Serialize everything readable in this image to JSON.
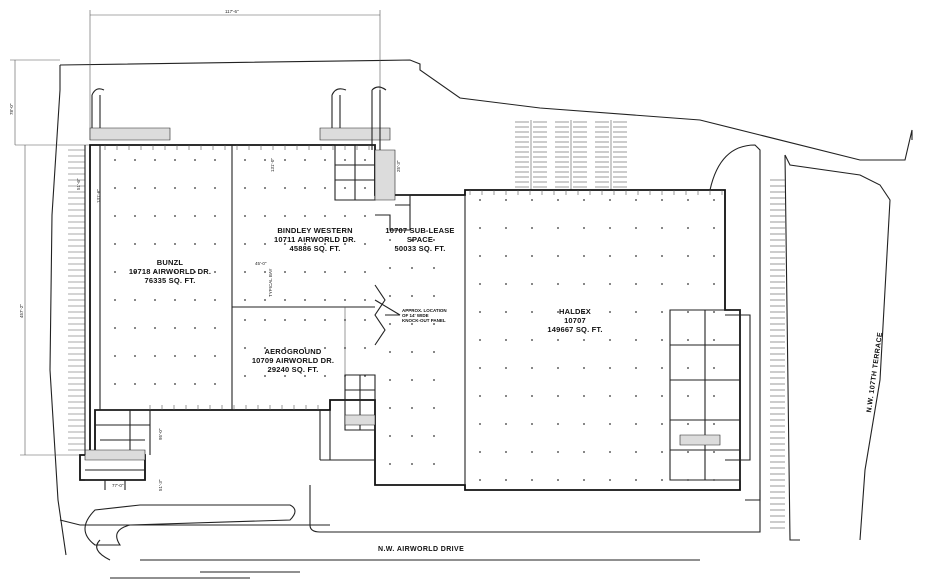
{
  "tenants": {
    "bunzl": {
      "name": "BUNZL",
      "address": "10718 AIRWORLD DR.",
      "area": "76335 SQ. FT."
    },
    "bindley": {
      "name": "BINDLEY WESTERN",
      "address": "10711 AIRWORLD DR.",
      "area": "45886 SQ. FT."
    },
    "sublease": {
      "name": "10707 SUB-LEASE",
      "line2": "SPACE",
      "area": "50033 SQ. FT."
    },
    "aeroground": {
      "name": "AEROGROUND",
      "address": "10709 AIRWORLD DR.",
      "area": "29240 SQ. FT."
    },
    "haldex": {
      "name": "HALDEX",
      "address": "10707",
      "area": "149667 SQ. FT."
    }
  },
  "streets": {
    "airworld": "N.W. AIRWORLD DRIVE",
    "terrace": "N.W. 107TH TERRACE"
  },
  "notes": {
    "knockout": [
      "APPROX. LOCATION",
      "OF 14' WIDE",
      "KNOCK-OUT PANEL"
    ]
  },
  "dimensions": {
    "top": "117'-6\"",
    "left_upper": "78'-0\"",
    "left_total": "457'-2\"",
    "bunzl_a": "51'-6\"",
    "bunzl_b": "131'-6\"",
    "bindley_v": "131'-0\"",
    "bindley_h": "45'-0\"",
    "bindley_s": "25'-3\"",
    "aero_v": "TYPICAL BAY",
    "bottom_v": "95'-0\"",
    "bottom_h": "77'-0\"",
    "right_small": "51'-3\""
  }
}
